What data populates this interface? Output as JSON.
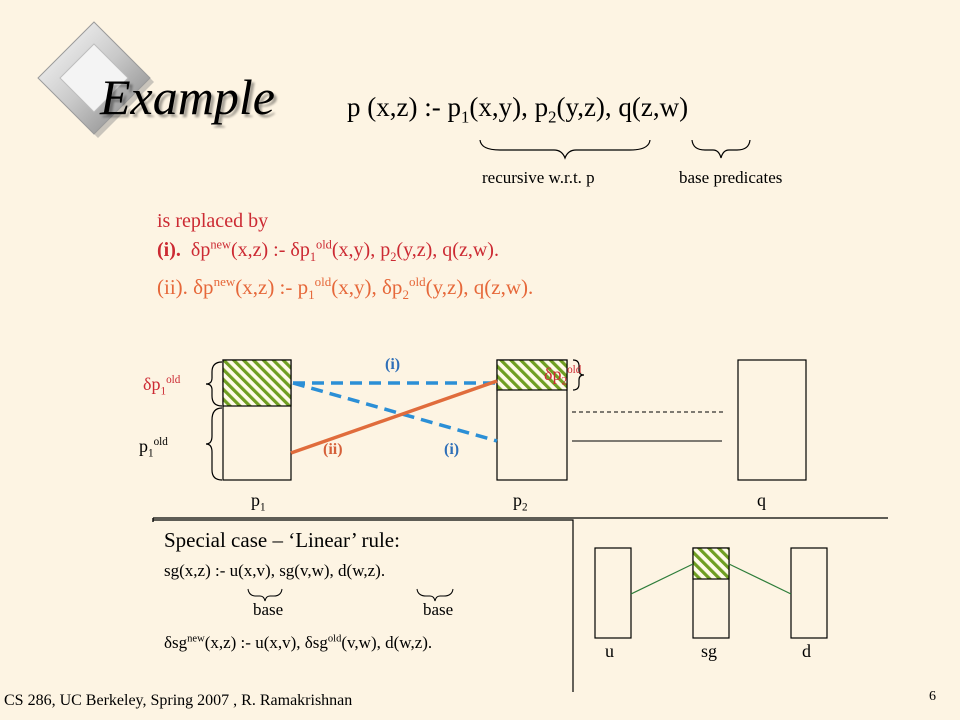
{
  "slide": {
    "title": "Example",
    "page_number": "6",
    "footer": "CS 286, UC Berkeley, Spring 2007 , R. Ramakrishnan"
  },
  "rule": {
    "head": "p (x,z) :- p",
    "b1": "(x,y), p",
    "b2": "(y,z), q(z,w)",
    "sub1": "1",
    "sub2": "2"
  },
  "annotations": {
    "recursive": "recursive w.r.t. p",
    "base_predicates": "base predicates"
  },
  "replacement": {
    "intro": "is replaced by",
    "rule_i": {
      "label": "(i).",
      "p1": "δp",
      "s1": "new",
      "p2": "(x,z) :- δp",
      "s2": "1",
      "s3": "old",
      "p3": "(x,y), p",
      "s4": "2",
      "p4": "(y,z), q(z,w)."
    },
    "rule_ii": {
      "label": "(ii).",
      "p1": "δp",
      "s1": "new",
      "p2": "(x,z) :- p",
      "s2": "1",
      "s3": "old",
      "p3": "(x,y), δp",
      "s4": "2",
      "s5": "old",
      "p4": "(y,z), q(z,w)."
    }
  },
  "diagram": {
    "delta_p1_label": {
      "a": "δp",
      "b": "1",
      "c": "old"
    },
    "p1_old_label": {
      "a": "p",
      "b": "1",
      "c": "old"
    },
    "delta_p2_label": {
      "a": "δp",
      "b": "2",
      "c": "old"
    },
    "line_label_i_top": "(i)",
    "line_label_i_bottom": "(i)",
    "line_label_ii": "(ii)",
    "relation_labels": {
      "p": "p",
      "p_sub1": "1",
      "p_sub2": "2",
      "q": "q"
    }
  },
  "special_case": {
    "heading": "Special case – ‘Linear’ rule:",
    "rule": "sg(x,z) :- u(x,v), sg(v,w), d(w,z).",
    "base_1": "base",
    "base_2": "base",
    "delta": {
      "a": "δsg",
      "b": "new",
      "c": "(x,z) :- u(x,v), δsg",
      "d": "old",
      "e": "(v,w), d(w,z)."
    },
    "relation_labels": {
      "u": "u",
      "sg": "sg",
      "d": "d"
    }
  },
  "colors": {
    "background": "#fdf4e3",
    "red_text": "#cc2a33",
    "orange_text": "#e6683a",
    "blue_dashed": "#2b8fd6",
    "orange_line": "#e06c3c",
    "hatch_green": "#7aa82a"
  }
}
